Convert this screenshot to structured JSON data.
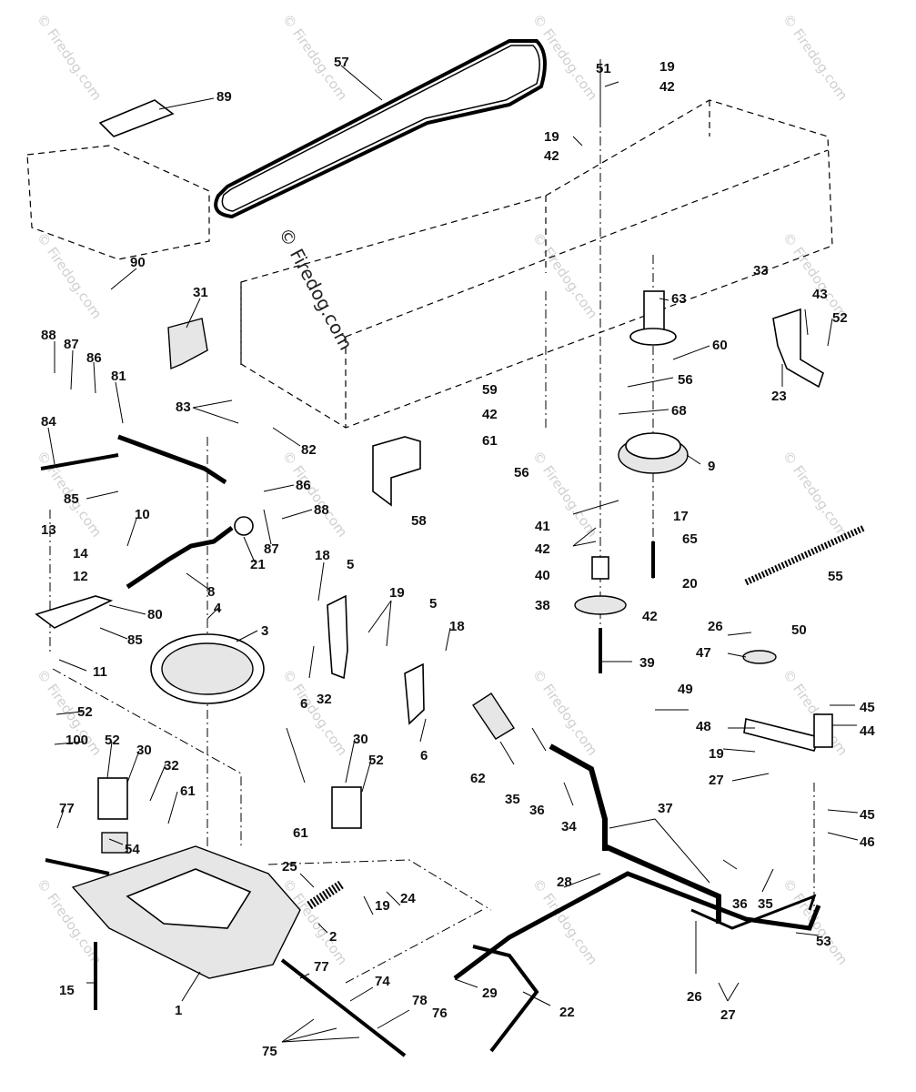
{
  "watermark": "© Firedog.com",
  "stamp": "© Firedog.com",
  "callouts": {
    "c1": "1",
    "c2": "2",
    "c3": "3",
    "c4": "4",
    "c5a": "5",
    "c5b": "5",
    "c6a": "6",
    "c6b": "6",
    "c8": "8",
    "c9": "9",
    "c10": "10",
    "c11": "11",
    "c12": "12",
    "c13": "13",
    "c14": "14",
    "c15": "15",
    "c17": "17",
    "c18a": "18",
    "c18b": "18",
    "c19a": "19",
    "c19b": "19",
    "c19c": "19",
    "c19d": "19",
    "c19e": "19",
    "c20": "20",
    "c21": "21",
    "c22": "22",
    "c23": "23",
    "c24": "24",
    "c25": "25",
    "c26a": "26",
    "c26b": "26",
    "c27a": "27",
    "c27b": "27",
    "c28": "28",
    "c29": "29",
    "c30a": "30",
    "c30b": "30",
    "c31": "31",
    "c32a": "32",
    "c32b": "32",
    "c33": "33",
    "c34": "34",
    "c35a": "35",
    "c35b": "35",
    "c36a": "36",
    "c36b": "36",
    "c37": "37",
    "c38": "38",
    "c39": "39",
    "c40": "40",
    "c41": "41",
    "c42a": "42",
    "c42b": "42",
    "c42c": "42",
    "c42d": "42",
    "c42e": "42",
    "c43": "43",
    "c44": "44",
    "c45a": "45",
    "c45b": "45",
    "c46": "46",
    "c47": "47",
    "c48": "48",
    "c49": "49",
    "c50": "50",
    "c51": "51",
    "c52a": "52",
    "c52b": "52",
    "c52c": "52",
    "c52d": "52",
    "c53": "53",
    "c54": "54",
    "c55": "55",
    "c56a": "56",
    "c56b": "56",
    "c57": "57",
    "c58": "58",
    "c59": "59",
    "c60": "60",
    "c61a": "61",
    "c61b": "61",
    "c61c": "61",
    "c62": "62",
    "c63": "63",
    "c65": "65",
    "c68": "68",
    "c74": "74",
    "c75": "75",
    "c76": "76",
    "c77a": "77",
    "c77b": "77",
    "c78": "78",
    "c80": "80",
    "c81": "81",
    "c82": "82",
    "c83": "83",
    "c84": "84",
    "c85a": "85",
    "c85b": "85",
    "c86a": "86",
    "c86b": "86",
    "c87a": "87",
    "c87b": "87",
    "c88a": "88",
    "c88b": "88",
    "c89": "89",
    "c90": "90",
    "c100": "100"
  }
}
